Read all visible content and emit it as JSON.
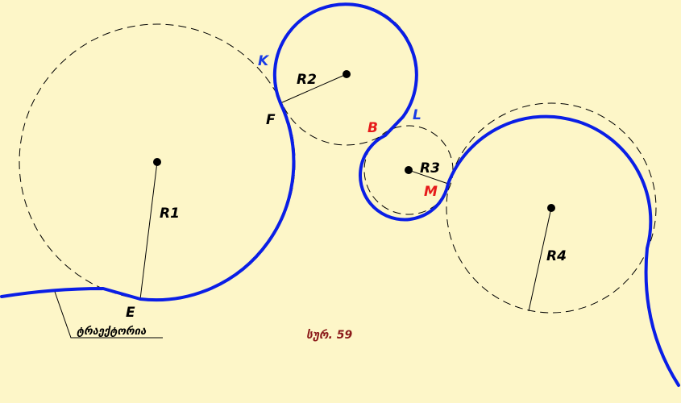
{
  "colors": {
    "background": "#fdf6c8",
    "trajectory": "#0a1ee6",
    "construction": "#000000",
    "label_blue": "#1a3ce6",
    "label_red": "#e61a1a",
    "caption": "#8b1a1a"
  },
  "labels": {
    "R1": "R1",
    "R2": "R2",
    "R3": "R3",
    "R4": "R4",
    "E": "E",
    "F": "F",
    "K": "K",
    "B": "B",
    "L": "L",
    "M": "M"
  },
  "trajectory_label": "ტრაექტორია",
  "caption": "სურ. 59"
}
